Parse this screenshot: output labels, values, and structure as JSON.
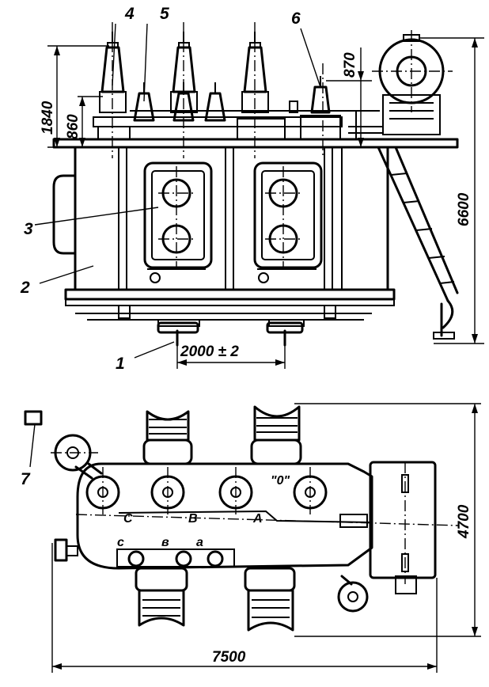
{
  "top_view": {
    "callouts": [
      "1",
      "2",
      "3",
      "4",
      "5",
      "6"
    ],
    "dimensions": {
      "height_total": "6600",
      "height_left_outer": "1840",
      "height_left_inner": "860",
      "height_right": "870",
      "wheel_base": "2000 ± 2"
    }
  },
  "plan_view": {
    "callouts": [
      "7"
    ],
    "dimensions": {
      "width": "4700",
      "length": "7500"
    },
    "terminal_labels": {
      "hv": [
        "C",
        "B",
        "A"
      ],
      "lv": [
        "c",
        "в",
        "a"
      ],
      "neutral": "\"0\""
    }
  }
}
